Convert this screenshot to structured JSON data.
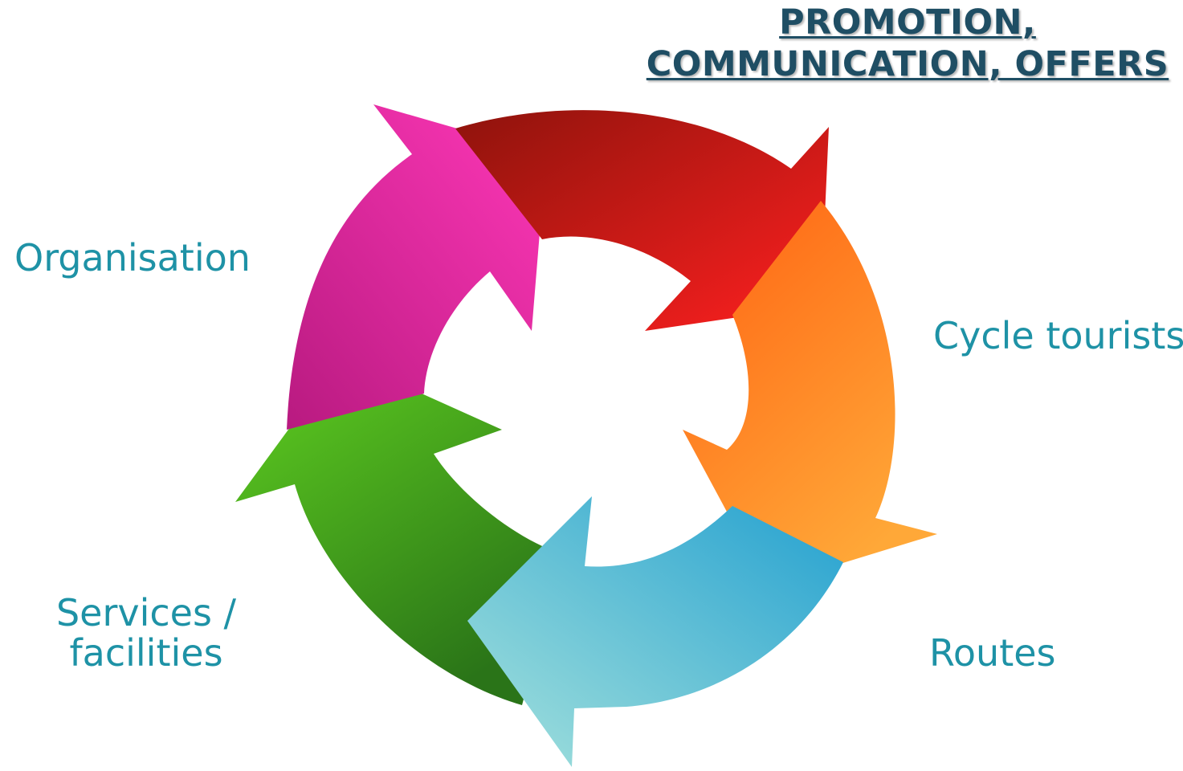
{
  "title": {
    "line1": "PROMOTION,",
    "line2": "COMMUNICATION, OFFERS"
  },
  "labels": {
    "organisation": "Organisation",
    "cycle_tourists": "Cycle tourists",
    "routes": "Routes",
    "services_line1": "Services /",
    "services_line2": "facilities"
  },
  "colors": {
    "title": "#1f4e64",
    "labels": "#1e92a6",
    "arrow_red": [
      "#8e130c",
      "#ff2020"
    ],
    "arrow_orange": [
      "#ff6a12",
      "#ffa534"
    ],
    "arrow_blue": [
      "#2aa3d0",
      "#a3e0dc"
    ],
    "arrow_green": [
      "#5ccc22",
      "#2a7a18"
    ],
    "arrow_magenta": [
      "#bf1b84",
      "#ff35b5"
    ]
  }
}
